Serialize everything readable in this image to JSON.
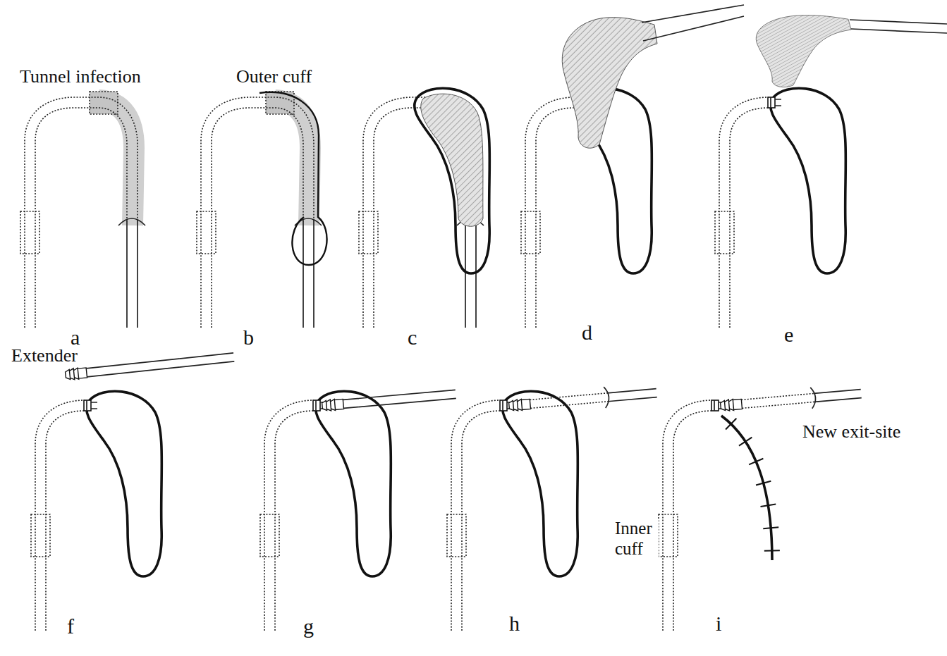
{
  "diagram": {
    "labels": [
      "Tunnel infection",
      "Outer cuff",
      "a",
      "b",
      "c",
      "d",
      "e",
      "Extender",
      "f",
      "g",
      "h",
      "i",
      "Inner cuff",
      "New exit-site"
    ]
  }
}
